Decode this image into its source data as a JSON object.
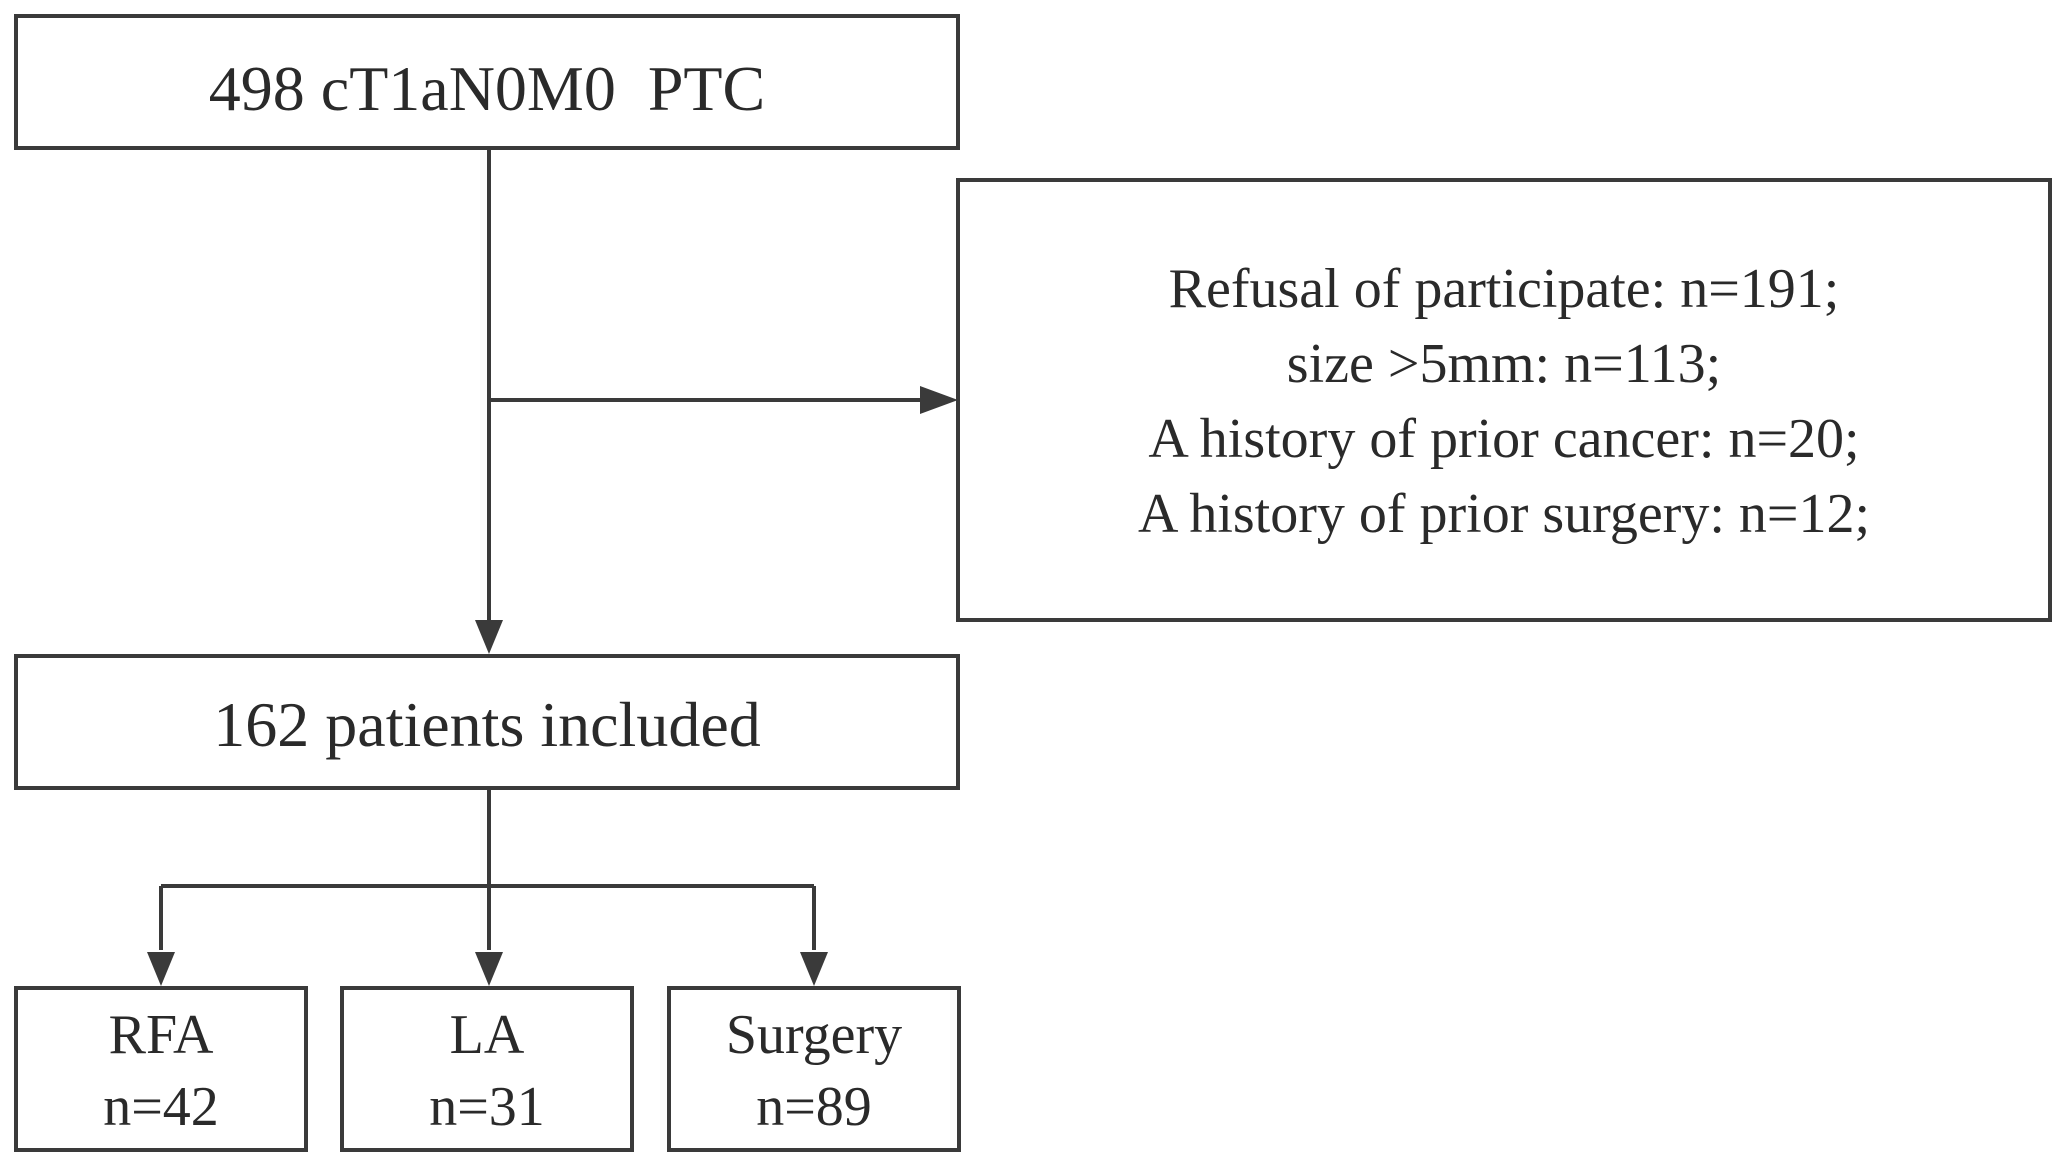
{
  "flowchart": {
    "top_box": {
      "text": "498 cT1aN0M0  PTC"
    },
    "exclusion_box": {
      "lines": [
        "Refusal of participate: n=191;",
        "size >5mm: n=113;",
        "A history of prior cancer: n=20;",
        "A history of prior surgery: n=12;"
      ]
    },
    "included_box": {
      "text": "162 patients included"
    },
    "groups": [
      {
        "name": "RFA",
        "count": "n=42"
      },
      {
        "name": "LA",
        "count": "n=31"
      },
      {
        "name": "Surgery",
        "count": "n=89"
      }
    ]
  },
  "colors": {
    "stroke": "#3a3a3a",
    "text": "#2a2a2a",
    "background": "#ffffff"
  }
}
